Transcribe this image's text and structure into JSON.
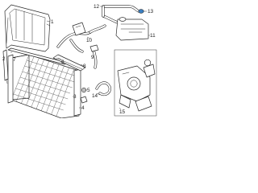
{
  "diagram": {
    "highlight_color": "#3a7fc1",
    "callouts": [
      {
        "id": "c1",
        "label": "1"
      },
      {
        "id": "c2",
        "label": "2"
      },
      {
        "id": "c3",
        "label": "3"
      },
      {
        "id": "c4",
        "label": "4"
      },
      {
        "id": "c5",
        "label": "5"
      },
      {
        "id": "c6",
        "label": "6"
      },
      {
        "id": "c7",
        "label": "7"
      },
      {
        "id": "c8",
        "label": "8"
      },
      {
        "id": "c9",
        "label": "9"
      },
      {
        "id": "c10",
        "label": "10"
      },
      {
        "id": "c11",
        "label": "11"
      },
      {
        "id": "c12",
        "label": "12"
      },
      {
        "id": "c13",
        "label": "13"
      },
      {
        "id": "c14",
        "label": "14"
      },
      {
        "id": "c15",
        "label": "15"
      }
    ]
  }
}
